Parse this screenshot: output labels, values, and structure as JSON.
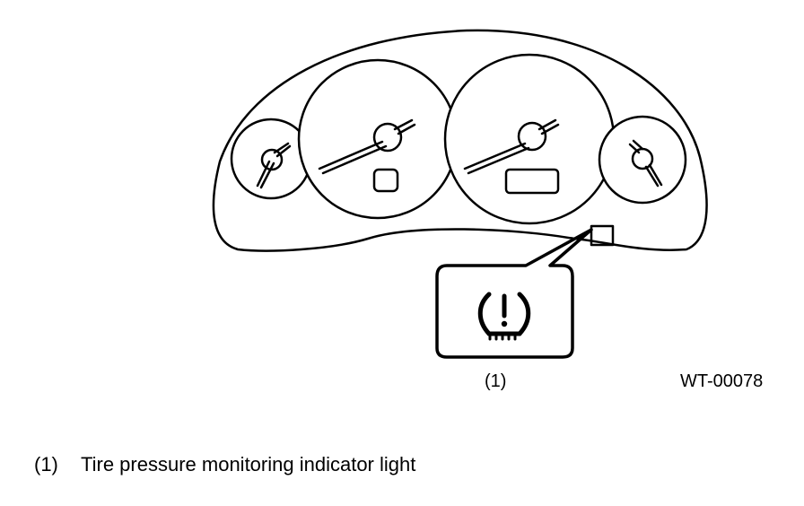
{
  "figure": {
    "callout_label": "(1)",
    "figure_id": "WT-00078"
  },
  "legend": {
    "items": [
      {
        "number": "(1)",
        "text": "Tire pressure monitoring indicator light"
      }
    ]
  },
  "icons": {
    "cluster": "instrument-cluster-icon",
    "warning": "tire-pressure-warning-icon"
  }
}
